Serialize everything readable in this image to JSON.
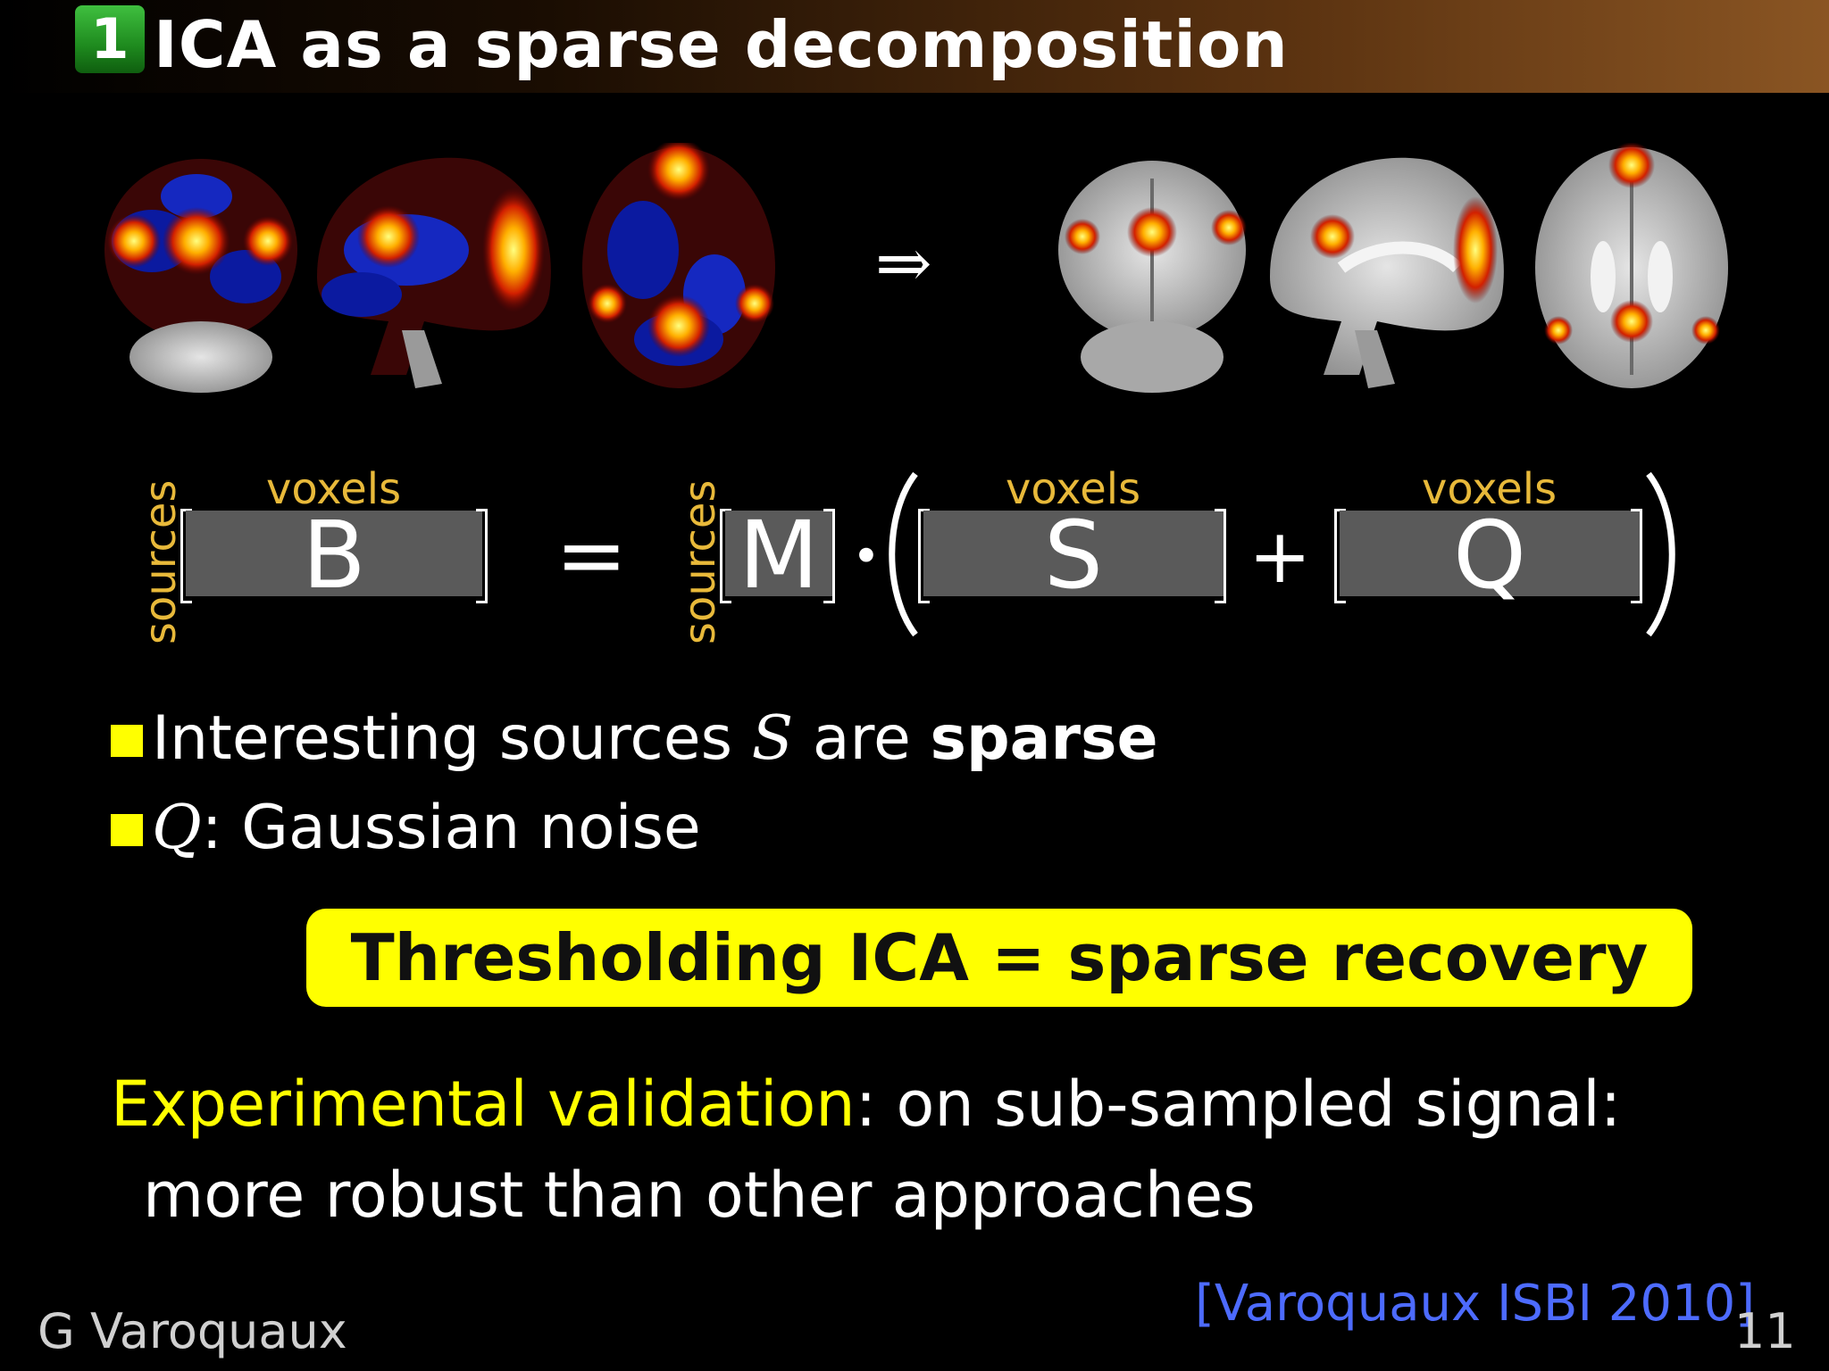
{
  "header": {
    "section_number": "1",
    "title": "ICA as a sparse decomposition"
  },
  "figure": {
    "arrow": "⇒"
  },
  "equation": {
    "lhs_label_rows": "sources",
    "lhs_label_cols": "voxels",
    "lhs_matrix": "B",
    "equals": "=",
    "mix_label_rows": "sources",
    "mix_matrix": "M",
    "dot": "•",
    "s_label_cols": "voxels",
    "s_matrix": "S",
    "plus": "+",
    "q_label_cols": "voxels",
    "q_matrix": "Q"
  },
  "bullets": [
    {
      "prefix": "Interesting sources ",
      "var": "S",
      "mid": " are ",
      "strong": "sparse"
    },
    {
      "var": "Q",
      "text": ":  Gaussian noise"
    }
  ],
  "highlight": "Thresholding ICA = sparse recovery",
  "experimental": {
    "label": "Experimental validation",
    "line1_rest": ":  on sub-sampled signal:",
    "line2": "more robust than other approaches"
  },
  "citation": "[Varoquaux ISBI 2010]",
  "footer": {
    "author": "G Varoquaux",
    "page": "11"
  },
  "colors": {
    "accent_yellow": "#ffff00",
    "label_gold": "#e8b93a",
    "citation_blue": "#4d6bff",
    "badge_green": "#2ea02e"
  }
}
